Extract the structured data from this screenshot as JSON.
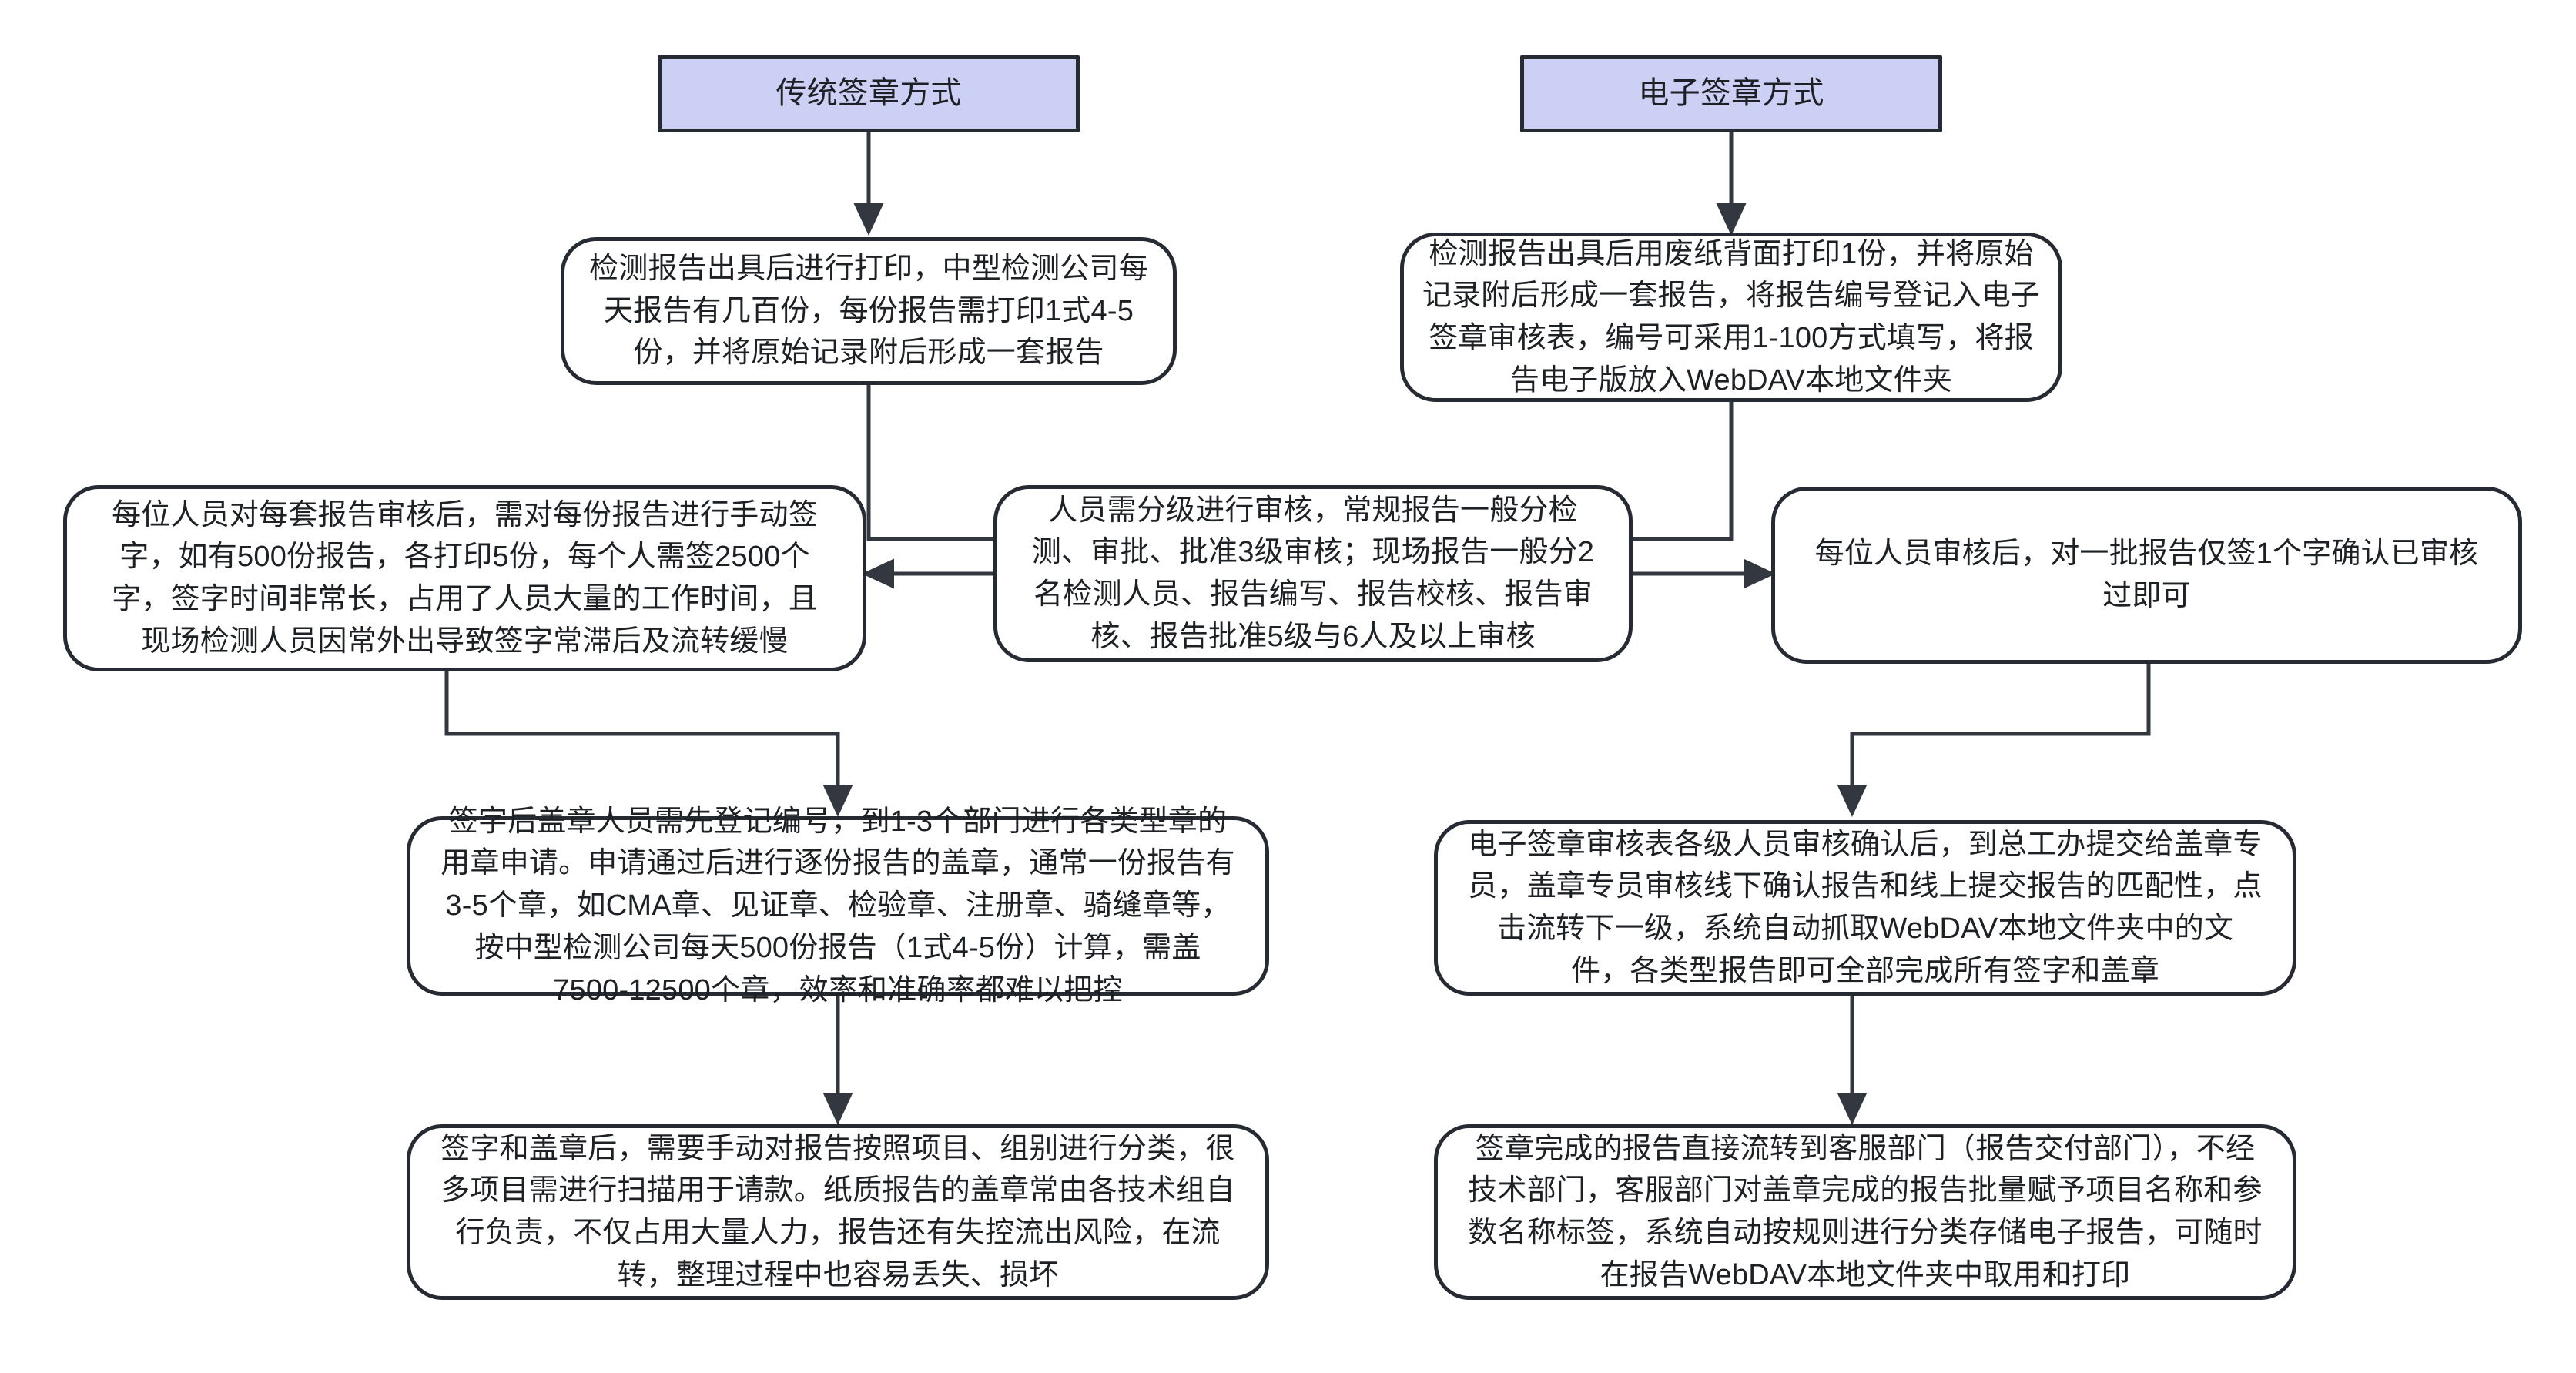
{
  "diagram": {
    "title_traditional": "传统签章方式",
    "title_electronic": "电子签章方式",
    "background_color": "#ffffff",
    "header_fill": "#cdd0f5",
    "stroke_color": "#262b33",
    "text_color": "#1d2024"
  },
  "nodes": {
    "traditional_header": "传统签章方式",
    "electronic_header": "电子签章方式",
    "traditional_print": "检测报告出具后进行打印，中型检测公司每\n天报告有几百份，每份报告需打印1式4-5\n份，并将原始记录附后形成一套报告",
    "electronic_print": "检测报告出具后用废纸背面打印1份，并将原始\n记录附后形成一套报告，将报告编号登记入电子\n签章审核表，编号可采用1-100方式填写，将报\n告电子版放入WebDAV本地文件夹",
    "review_levels": "人员需分级进行审核，常规报告一般分检\n测、审批、批准3级审核；现场报告一般分2\n名检测人员、报告编写、报告校核、报告审\n核、报告批准5级与6人及以上审核",
    "traditional_sign": "每位人员对每套报告审核后，需对每份报告进行手动签\n字，如有500份报告，各打印5份，每个人需签2500个\n字，签字时间非常长，占用了人员大量的工作时间，且\n现场检测人员因常外出导致签字常滞后及流转缓慢",
    "electronic_sign": "每位人员审核后，对一批报告仅签1个字确认已审核\n过即可",
    "traditional_stamp": "签字后盖章人员需先登记编号，到1-3个部门进行各类型章的\n用章申请。申请通过后进行逐份报告的盖章，通常一份报告有\n3-5个章，如CMA章、见证章、检验章、注册章、骑缝章等，\n按中型检测公司每天500份报告（1式4-5份）计算，需盖\n7500-12500个章，效率和准确率都难以把控",
    "electronic_stamp": "电子签章审核表各级人员审核确认后，到总工办提交给盖章专\n员，盖章专员审核线下确认报告和线上提交报告的匹配性，点\n击流转下一级，系统自动抓取WebDAV本地文件夹中的文\n件，各类型报告即可全部完成所有签字和盖章",
    "traditional_archive": "签字和盖章后，需要手动对报告按照项目、组别进行分类，很\n多项目需进行扫描用于请款。纸质报告的盖章常由各技术组自\n行负责，不仅占用大量人力，报告还有失控流出风险，在流\n转，整理过程中也容易丢失、损坏",
    "electronic_archive": "签章完成的报告直接流转到客服部门（报告交付部门），不经\n技术部门，客服部门对盖章完成的报告批量赋予项目名称和参\n数名称标签，系统自动按规则进行分类存储电子报告，可随时\n在报告WebDAV本地文件夹中取用和打印"
  }
}
